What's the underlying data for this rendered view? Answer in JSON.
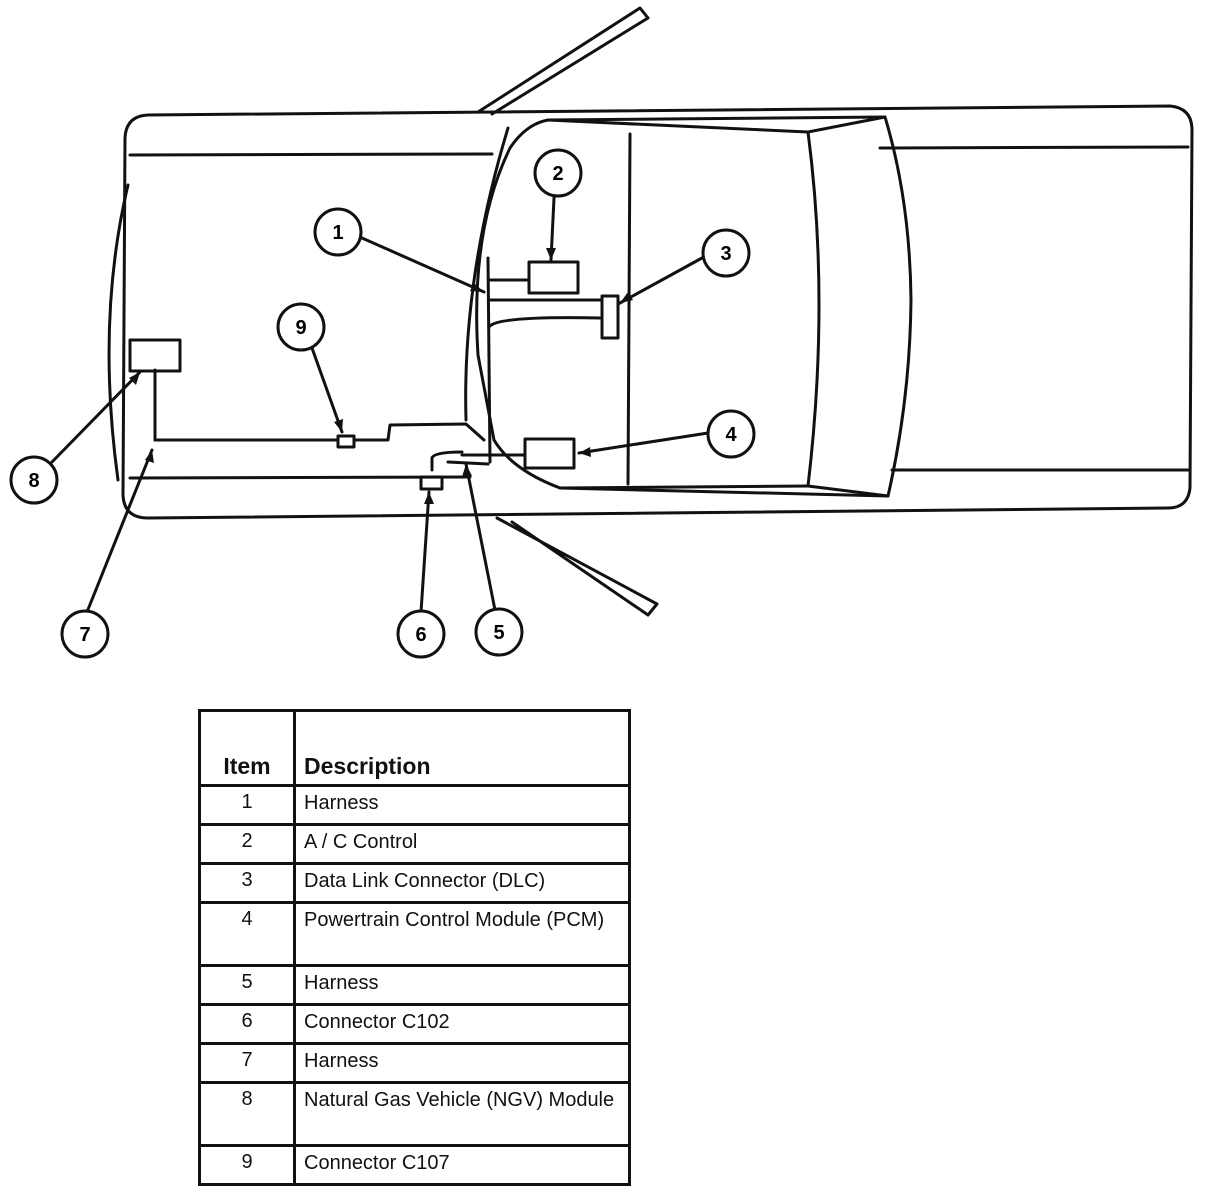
{
  "diagram": {
    "callouts": [
      "1",
      "2",
      "3",
      "4",
      "5",
      "6",
      "7",
      "8",
      "9"
    ]
  },
  "legend": {
    "headers": {
      "item": "Item",
      "description": "Description"
    },
    "rows": [
      {
        "item": "1",
        "description": "Harness"
      },
      {
        "item": "2",
        "description": "A / C Control"
      },
      {
        "item": "3",
        "description": "Data Link Connector (DLC)"
      },
      {
        "item": "4",
        "description": "Powertrain Control Module (PCM)"
      },
      {
        "item": "5",
        "description": "Harness"
      },
      {
        "item": "6",
        "description": "Connector C102"
      },
      {
        "item": "7",
        "description": "Harness"
      },
      {
        "item": "8",
        "description": "Natural Gas Vehicle (NGV) Module"
      },
      {
        "item": "9",
        "description": "Connector C107"
      }
    ]
  }
}
